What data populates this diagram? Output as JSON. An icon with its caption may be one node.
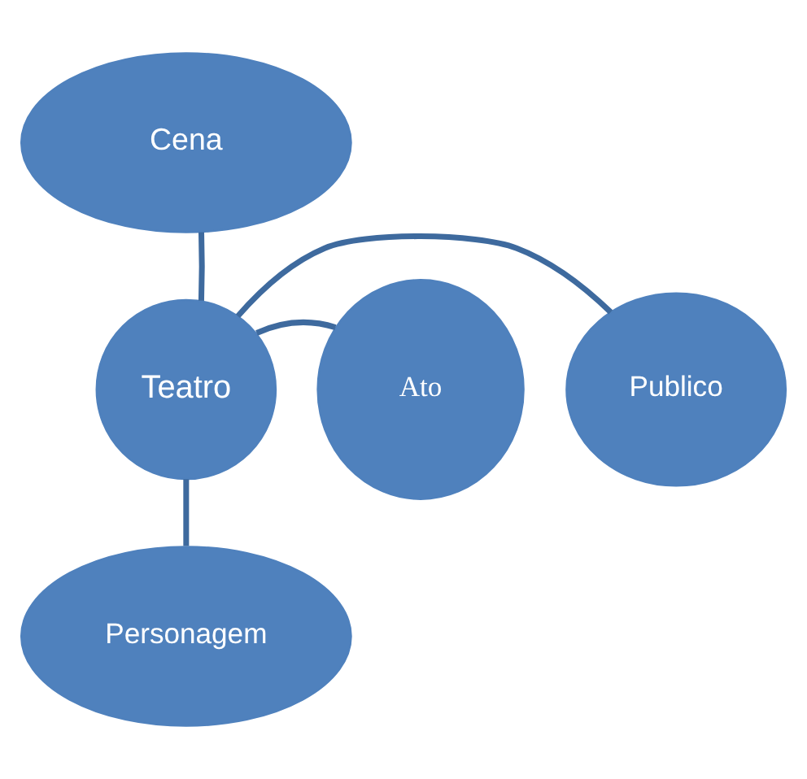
{
  "diagram": {
    "nodes": [
      {
        "text": [
          "Cena"
        ]
      },
      {
        "text": [
          "Publico"
        ]
      },
      {
        "text": [
          "Teatro"
        ]
      },
      {
        "text": [
          "Ato"
        ]
      },
      {
        "text": [
          "Personagem"
        ]
      }
    ],
    "edges": [
      {
        "from": 2,
        "to": 0,
        "arrow": "none"
      },
      {
        "from": 2,
        "to": 1,
        "arrow": "none"
      },
      {
        "from": 2,
        "to": 3,
        "arrow": "none"
      },
      {
        "from": 2,
        "to": 4,
        "arrow": "none"
      }
    ]
  }
}
